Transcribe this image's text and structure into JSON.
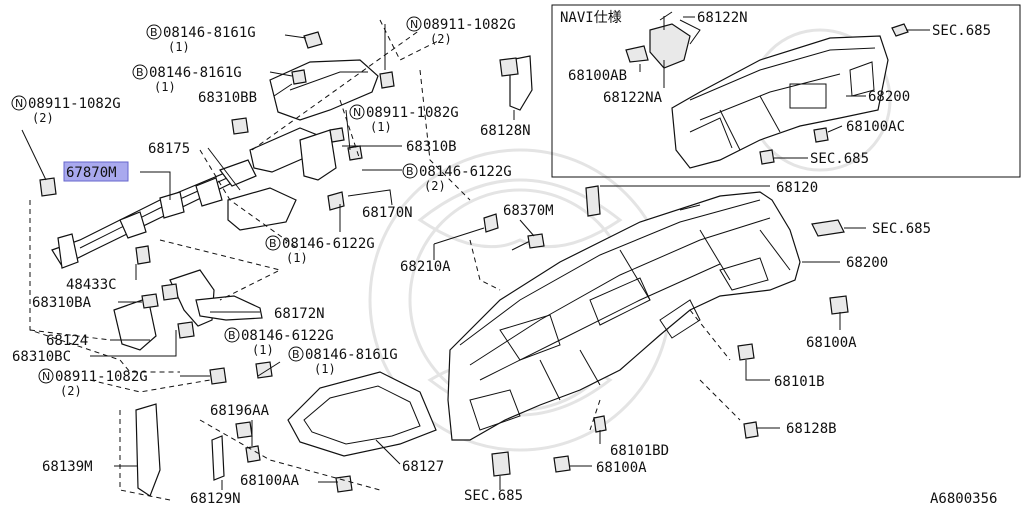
{
  "diagram_id": "A6800356",
  "inset": {
    "title": "NAVI仕様"
  },
  "callouts": {
    "b_08146_8161g_1": {
      "mark": "B",
      "code": "08146-8161G",
      "qty": "(1)"
    },
    "b_08146_8161g_2": {
      "mark": "B",
      "code": "08146-8161G",
      "qty": "(1)"
    },
    "n_08911_1082g_top": {
      "mark": "N",
      "code": "08911-1082G",
      "qty": "(2)"
    },
    "n_08911_1082g_left": {
      "mark": "N",
      "code": "08911-1082G",
      "qty": "(2)"
    },
    "n_08911_1082g_mid": {
      "mark": "N",
      "code": "08911-1082G",
      "qty": "(1)"
    },
    "b_08146_6122g_1": {
      "mark": "B",
      "code": "08146-6122G",
      "qty": "(2)"
    },
    "b_08146_6122g_2": {
      "mark": "B",
      "code": "08146-6122G",
      "qty": "(1)"
    },
    "b_08146_6122g_3": {
      "mark": "B",
      "code": "08146-6122G",
      "qty": "(1)"
    },
    "b_08146_8161g_3": {
      "mark": "B",
      "code": "08146-8161G",
      "qty": "(1)"
    },
    "n_08911_1082g_bot": {
      "mark": "N",
      "code": "08911-1082G",
      "qty": "(2)"
    }
  },
  "parts": {
    "p68310bb": "68310BB",
    "p68175": "68175",
    "p67870m": "67870M",
    "p68310b": "68310B",
    "p68128n": "68128N",
    "p68170n": "68170N",
    "p68370m": "68370M",
    "p68120": "68120",
    "p68210a": "68210A",
    "p48433c": "48433C",
    "p68310ba": "68310BA",
    "p68172n": "68172N",
    "p68124": "68124",
    "p68310bc": "68310BC",
    "p68196aa": "68196AA",
    "p68139m": "68139M",
    "p68127": "68127",
    "p68129n": "68129N",
    "p68100aa": "68100AA",
    "p68200": "68200",
    "p68100a_r": "68100A",
    "p68101b": "68101B",
    "p68128b": "68128B",
    "p68101bd": "68101BD",
    "p68100a_b": "68100A",
    "sec685_r": "SEC.685",
    "sec685_b": "SEC.685",
    "i68122n": "68122N",
    "i68100ab": "68100AB",
    "i68122na": "68122NA",
    "i68200": "68200",
    "i68100ac": "68100AC",
    "isec685_top": "SEC.685",
    "isec685_bot": "SEC.685"
  }
}
